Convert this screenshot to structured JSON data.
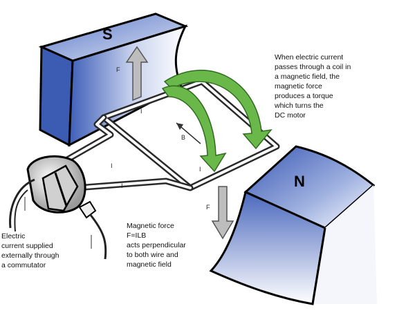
{
  "poles": {
    "south": "S",
    "north": "N"
  },
  "force_symbol": "F",
  "current_symbol": "I",
  "field_symbol": "B",
  "torque_note": [
    "When electric current",
    "passes through a coil in",
    "a magnetic field, the",
    "magnetic force",
    "produces a torque",
    "which turns the",
    "DC motor"
  ],
  "commutator_note": [
    "Electric",
    "current supplied",
    "externally through",
    "a commutator"
  ],
  "force_note": [
    "Magnetic force",
    "F=ILB",
    "acts perpendicular",
    "to both wire and",
    "magnetic field"
  ],
  "colors": {
    "magnet": "#4f6fc0",
    "magnet_light": "#e9edf8",
    "torque_arrow": "#5aa83a",
    "force_arrow": "#b9b9b9",
    "wire": "#2a2a2a"
  }
}
